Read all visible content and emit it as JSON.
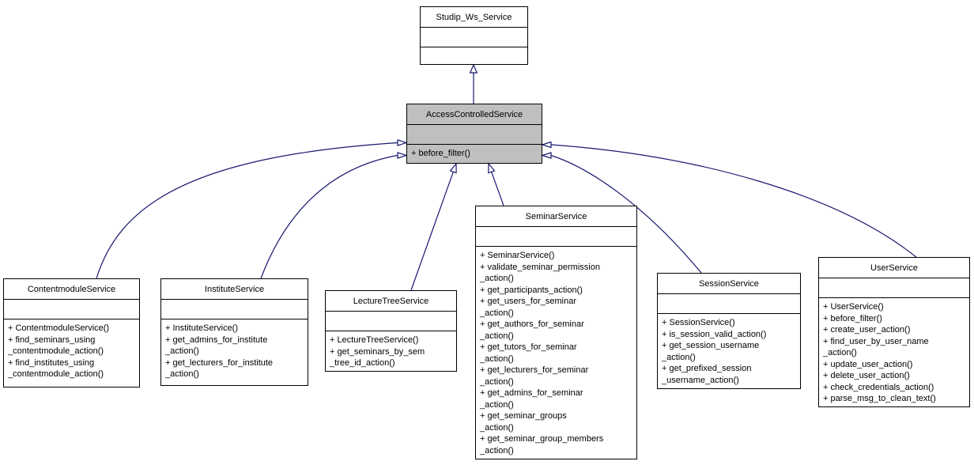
{
  "colors": {
    "edge_color": "#191970",
    "highlight_fill": "#bfbfbf",
    "box_fill": "#ffffff",
    "border_color": "#000000"
  },
  "classes": {
    "studip": {
      "name": "Studip_Ws_Service",
      "methods": ""
    },
    "access": {
      "name": "AccessControlledService",
      "methods": "+ before_filter()"
    },
    "contentmodule": {
      "name": "ContentmoduleService",
      "methods": "+ ContentmoduleService()\n+ find_seminars_using\n_contentmodule_action()\n+ find_institutes_using\n_contentmodule_action()"
    },
    "institute": {
      "name": "InstituteService",
      "methods": "+ InstituteService()\n+ get_admins_for_institute\n_action()\n+ get_lecturers_for_institute\n_action()"
    },
    "lecturetree": {
      "name": "LectureTreeService",
      "methods": "+ LectureTreeService()\n+ get_seminars_by_sem\n_tree_id_action()"
    },
    "seminar": {
      "name": "SeminarService",
      "methods": "+ SeminarService()\n+ validate_seminar_permission\n_action()\n+ get_participants_action()\n+ get_users_for_seminar\n_action()\n+ get_authors_for_seminar\n_action()\n+ get_tutors_for_seminar\n_action()\n+ get_lecturers_for_seminar\n_action()\n+ get_admins_for_seminar\n_action()\n+ get_seminar_groups\n_action()\n+ get_seminar_group_members\n_action()"
    },
    "session": {
      "name": "SessionService",
      "methods": "+ SessionService()\n+ is_session_valid_action()\n+ get_session_username\n_action()\n+ get_prefixed_session\n_username_action()"
    },
    "user": {
      "name": "UserService",
      "methods": "+ UserService()\n+ before_filter()\n+ create_user_action()\n+ find_user_by_user_name\n_action()\n+ update_user_action()\n+ delete_user_action()\n+ check_credentials_action()\n+ parse_msg_to_clean_text()"
    }
  },
  "relations": [
    {
      "from": "AccessControlledService",
      "to": "Studip_Ws_Service",
      "type": "inheritance"
    },
    {
      "from": "ContentmoduleService",
      "to": "AccessControlledService",
      "type": "inheritance"
    },
    {
      "from": "InstituteService",
      "to": "AccessControlledService",
      "type": "inheritance"
    },
    {
      "from": "LectureTreeService",
      "to": "AccessControlledService",
      "type": "inheritance"
    },
    {
      "from": "SeminarService",
      "to": "AccessControlledService",
      "type": "inheritance"
    },
    {
      "from": "SessionService",
      "to": "AccessControlledService",
      "type": "inheritance"
    },
    {
      "from": "UserService",
      "to": "AccessControlledService",
      "type": "inheritance"
    }
  ]
}
